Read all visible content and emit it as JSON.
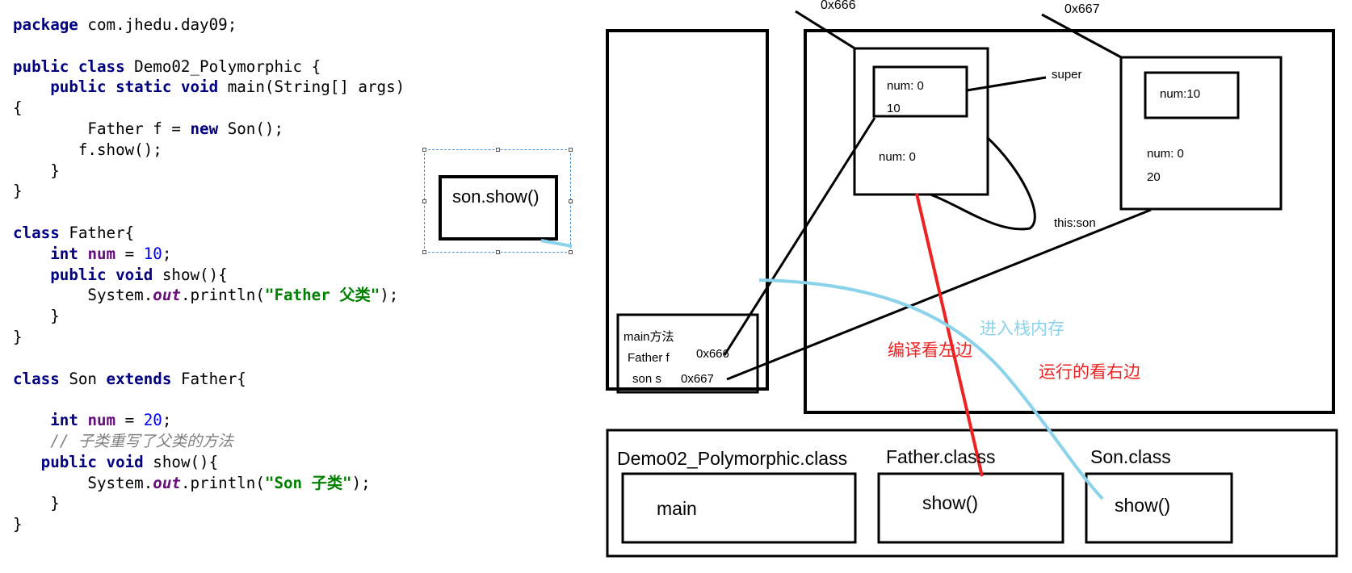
{
  "code": {
    "lines": [
      [
        [
          "kw",
          "package"
        ],
        [
          "t",
          " com.jhedu.day09;"
        ]
      ],
      [
        [
          "t",
          ""
        ]
      ],
      [
        [
          "kw",
          "public class"
        ],
        [
          "t",
          " Demo02_Polymorphic {"
        ]
      ],
      [
        [
          "t",
          "    "
        ],
        [
          "kw",
          "public static void"
        ],
        [
          "t",
          " main(String[] args)"
        ]
      ],
      [
        [
          "t",
          "{"
        ]
      ],
      [
        [
          "t",
          "        Father f = "
        ],
        [
          "kw",
          "new"
        ],
        [
          "t",
          " Son();"
        ]
      ],
      [
        [
          "t",
          "       f.show();"
        ]
      ],
      [
        [
          "t",
          "    }"
        ]
      ],
      [
        [
          "t",
          "}"
        ]
      ],
      [
        [
          "t",
          ""
        ]
      ],
      [
        [
          "kw",
          "class"
        ],
        [
          "t",
          " Father{"
        ]
      ],
      [
        [
          "t",
          "    "
        ],
        [
          "kw",
          "int"
        ],
        [
          "t",
          " "
        ],
        [
          "fld",
          "num"
        ],
        [
          "t",
          " = "
        ],
        [
          "num",
          "10"
        ],
        [
          "t",
          ";"
        ]
      ],
      [
        [
          "t",
          "    "
        ],
        [
          "kw",
          "public void"
        ],
        [
          "t",
          " show(){"
        ]
      ],
      [
        [
          "t",
          "        System."
        ],
        [
          "st",
          "out"
        ],
        [
          "t",
          ".println("
        ],
        [
          "str",
          "\"Father 父类\""
        ],
        [
          "t",
          ");"
        ]
      ],
      [
        [
          "t",
          "    }"
        ]
      ],
      [
        [
          "t",
          "}"
        ]
      ],
      [
        [
          "t",
          ""
        ]
      ],
      [
        [
          "kw",
          "class"
        ],
        [
          "t",
          " Son "
        ],
        [
          "kw",
          "extends"
        ],
        [
          "t",
          " Father{"
        ]
      ],
      [
        [
          "t",
          ""
        ]
      ],
      [
        [
          "t",
          "    "
        ],
        [
          "kw",
          "int"
        ],
        [
          "t",
          " "
        ],
        [
          "fld",
          "num"
        ],
        [
          "t",
          " = "
        ],
        [
          "num",
          "20"
        ],
        [
          "t",
          ";"
        ]
      ],
      [
        [
          "t",
          "    "
        ],
        [
          "cm",
          "// 子类重写了父类的方法"
        ]
      ],
      [
        [
          "t",
          "   "
        ],
        [
          "kw",
          "public void"
        ],
        [
          "t",
          " show(){"
        ]
      ],
      [
        [
          "t",
          "        System."
        ],
        [
          "st",
          "out"
        ],
        [
          "t",
          ".println("
        ],
        [
          "str",
          "\"Son 子类\""
        ],
        [
          "t",
          ");"
        ]
      ],
      [
        [
          "t",
          "    }"
        ]
      ],
      [
        [
          "t",
          "}"
        ]
      ]
    ]
  },
  "popup": {
    "text": "son.show()"
  },
  "diagram": {
    "addr_father": "0x666",
    "addr_son": "0x667",
    "father_inner_num": "num: 0",
    "father_inner_val": "10",
    "super_label": "super",
    "father_num2": "num: 0",
    "this_label": "this:son",
    "son_inner_num": "num:10",
    "son_num": "num: 0",
    "son_num_val": "20",
    "main_method": "main方法",
    "main_var_f": "Father f",
    "main_var_f_addr": "0x666",
    "main_var_s": "son s",
    "main_var_s_addr": "0x667",
    "compile_note": "编译看左边",
    "run_note": "运行的看右边",
    "stack_note": "进入栈内存",
    "class_demo": "Demo02_Polymorphic.class",
    "class_father": "Father.classs",
    "class_son": "Son.class",
    "method_main": "main",
    "method_father_show": "show()",
    "method_son_show": "show()"
  },
  "colors": {
    "red_line": "#ee2222",
    "blue_line": "#8ad3ea",
    "keyword": "#000080",
    "string": "#008000",
    "number": "#0000ff",
    "field": "#660e7a",
    "comment": "#808080"
  }
}
